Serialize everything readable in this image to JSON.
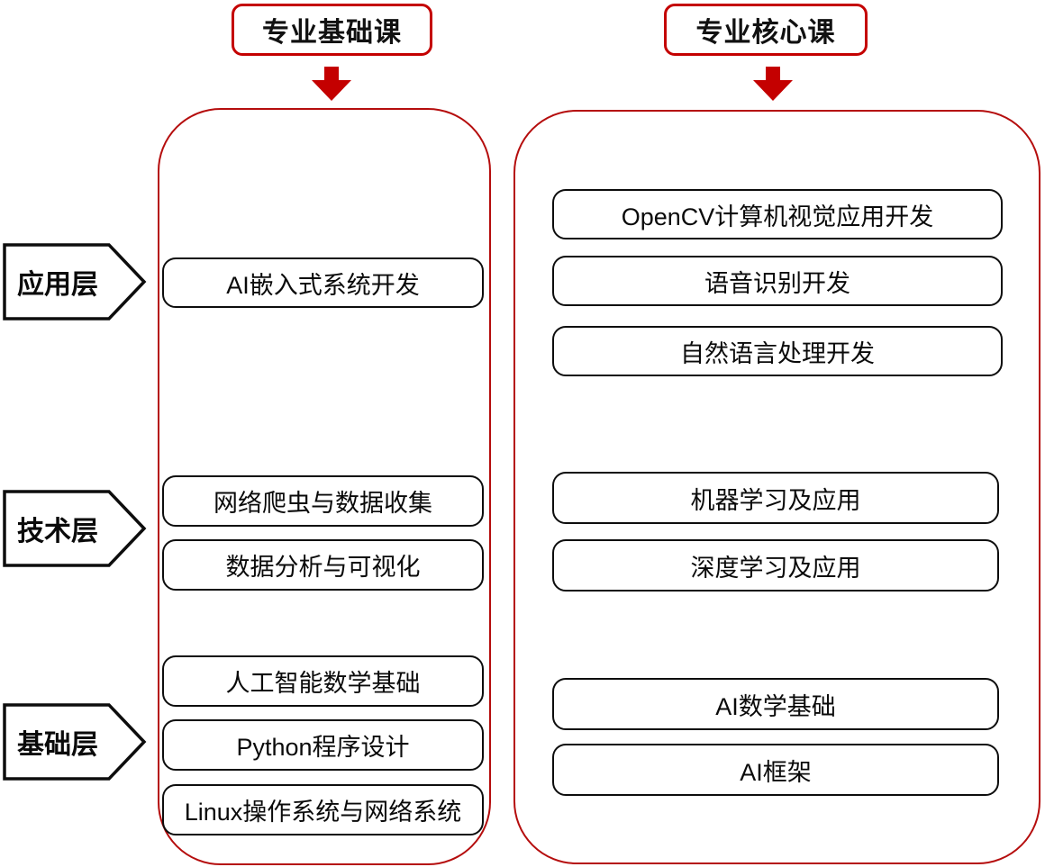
{
  "colors": {
    "accent_red": "#c40000",
    "container_red": "#b50d0d",
    "box_border_black": "#0d0d0d"
  },
  "left_header": "专业基础课",
  "right_header": "专业核心课",
  "layers": [
    "应用层",
    "技术层",
    "基础层"
  ],
  "basic_courses": {
    "application": [
      "AI嵌入式系统开发"
    ],
    "technical": [
      "网络爬虫与数据收集",
      "数据分析与可视化"
    ],
    "foundation": [
      "人工智能数学基础",
      "Python程序设计",
      "Linux操作系统与网络系统"
    ]
  },
  "core_courses": {
    "application": [
      "OpenCV计算机视觉应用开发",
      "语音识别开发",
      "自然语言处理开发"
    ],
    "technical": [
      "机器学习及应用",
      "深度学习及应用"
    ],
    "foundation": [
      "AI数学基础",
      "AI框架"
    ]
  }
}
